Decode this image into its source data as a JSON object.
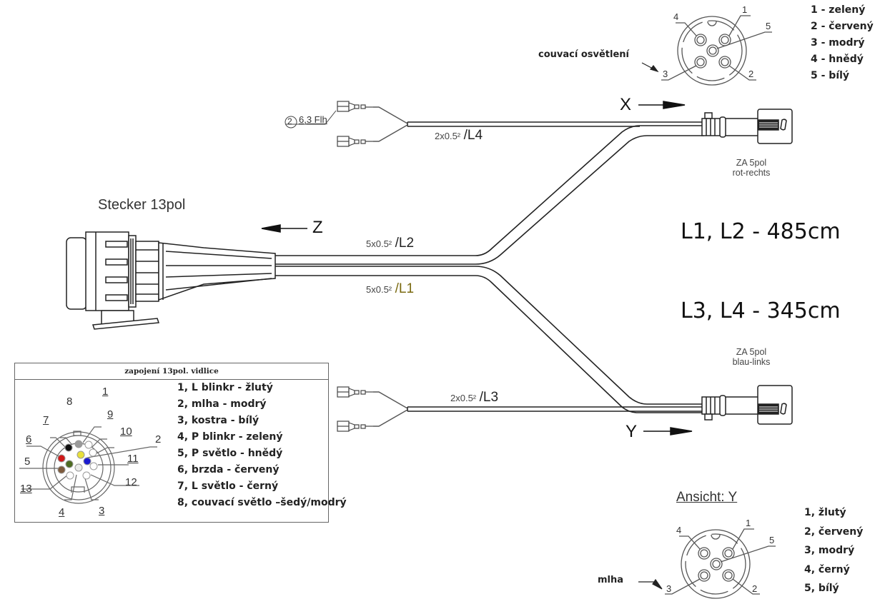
{
  "title": "Kabelový svazek 13pol — zapojení",
  "connector_top": {
    "view_label": "X",
    "label_line1": "ZA 5pol",
    "label_line2": "rot-rechts",
    "pin_numbers": [
      "1",
      "2",
      "3",
      "4",
      "5"
    ],
    "pins": [
      {
        "num": "1",
        "text": "1 - zelený"
      },
      {
        "num": "2",
        "text": "2 - červený"
      },
      {
        "num": "3",
        "text": "3 - modrý"
      },
      {
        "num": "4",
        "text": "4 - hnědý"
      },
      {
        "num": "5",
        "text": "5 - bílý"
      }
    ],
    "pin3_callout": "couvací osvětlení"
  },
  "connector_bottom": {
    "view_label": "Y",
    "ansicht": "Ansicht: Y",
    "label_line1": "ZA 5pol",
    "label_line2": "blau-links",
    "pin_numbers": [
      "1",
      "2",
      "3",
      "4",
      "5"
    ],
    "pins": [
      {
        "num": "1",
        "text": "1, žlutý"
      },
      {
        "num": "2",
        "text": "2, červený"
      },
      {
        "num": "3",
        "text": "3, modrý"
      },
      {
        "num": "4",
        "text": "4, černý"
      },
      {
        "num": "5",
        "text": "5, bílý"
      }
    ],
    "pin3_callout": "mlha"
  },
  "plug": {
    "label": "Stecker 13pol",
    "view_label": "Z"
  },
  "cables": {
    "l4": {
      "spec": "2x0.5²",
      "name": "/L4"
    },
    "l3": {
      "spec": "2x0.5²",
      "name": "/L3"
    },
    "l2": {
      "spec": "5x0.5²",
      "name": "/L2"
    },
    "l1": {
      "spec": "5x0.5²",
      "name": "/L1"
    },
    "flat_terminal_num": "2",
    "flat_terminal_label": "6,3 Flh"
  },
  "lengths": [
    {
      "text": "L1, L2 - 485cm"
    },
    {
      "text": "L3, L4 - 345cm"
    }
  ],
  "plug13_legend": {
    "title": "zapojení 13pol. vidlice",
    "pin_numbers": [
      "1",
      "2",
      "3",
      "4",
      "5",
      "6",
      "7",
      "8",
      "9",
      "10",
      "11",
      "12",
      "13"
    ],
    "rows": [
      {
        "text": "1, L blinkr - žlutý",
        "color": "#e8e03a"
      },
      {
        "text": "2, mlha - modrý",
        "color": "#1a1ad0"
      },
      {
        "text": "3, kostra - bílý",
        "color": "#e6e6e6"
      },
      {
        "text": "4, P blinkr - zelený",
        "color": "#4d6b22"
      },
      {
        "text": "5, P světlo - hnědý",
        "color": "#7d5a3c"
      },
      {
        "text": "6, brzda - červený",
        "color": "#d01818"
      },
      {
        "text": "7, L světlo - černý",
        "color": "#111111"
      },
      {
        "text": "8, couvací světlo –šedý/modrý",
        "color": "#9a9a9a"
      }
    ]
  },
  "colors": {
    "line": "#222222",
    "wire_fill": "#ffffff",
    "l1_name": "#7a6a10"
  }
}
